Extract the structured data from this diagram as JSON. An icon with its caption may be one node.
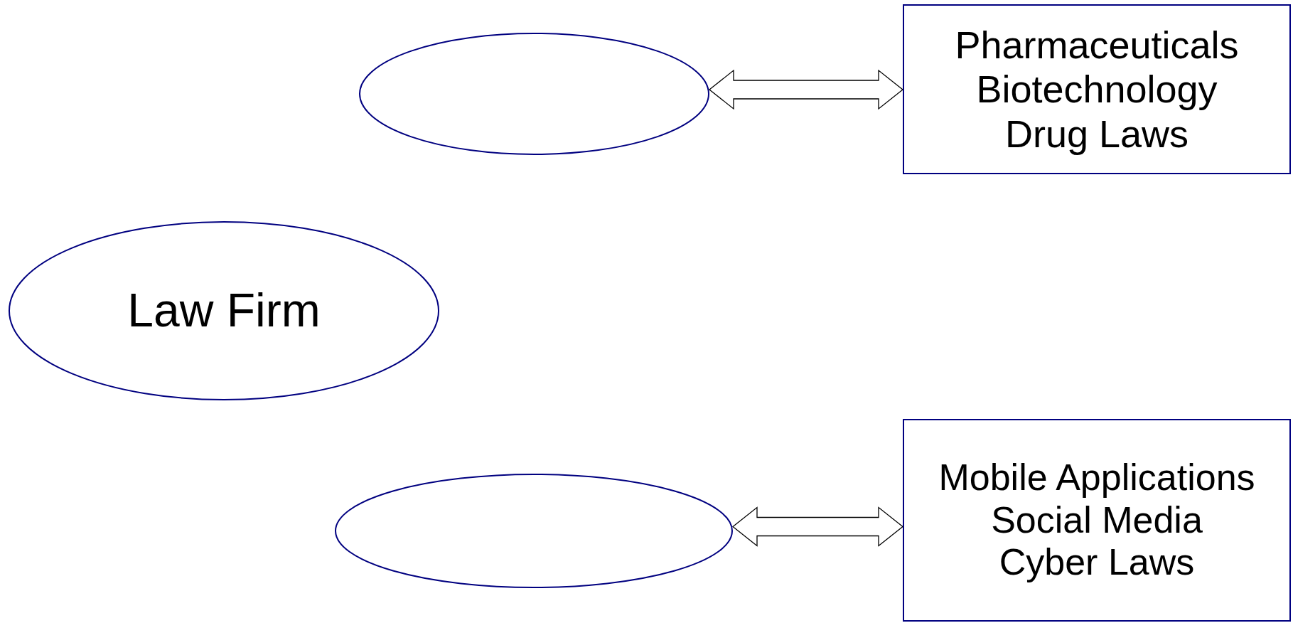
{
  "diagram": {
    "nodes": [
      {
        "text": [],
        "shape": "ellipse"
      },
      {
        "text": [
          "Pharmaceuticals",
          "Biotechnology",
          "Drug Laws"
        ]
      },
      {
        "text": [
          "Law Firm"
        ]
      },
      {
        "text": [],
        "shape": "ellipse"
      },
      {
        "text": [
          "Mobile Applications",
          "Social Media",
          "Cyber Laws"
        ]
      }
    ],
    "edges": [
      {
        "from": 0,
        "to": 1,
        "arrow": "both"
      },
      {
        "from": 3,
        "to": 4,
        "arrow": "both"
      }
    ]
  }
}
